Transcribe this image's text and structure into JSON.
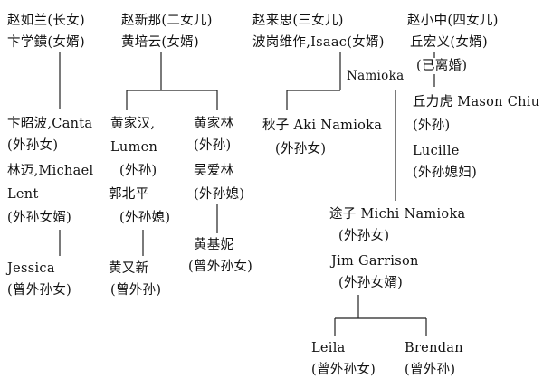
{
  "people": {
    "ruolan": {
      "name": "赵如兰(长女)",
      "spouse": "卞学鐄(女婿)"
    },
    "xinna": {
      "name": "赵新那(二女儿)",
      "spouse": "黄培云(女婿)"
    },
    "laisi": {
      "name": "赵来思(三女儿)",
      "spouse": "波岗维作,Isaac(女婿)",
      "spouse_cont": "Namioka"
    },
    "xiaozhong": {
      "name": "赵小中(四女儿)",
      "spouse": "丘宏义(女婿)",
      "status": "(已离婚)"
    }
  },
  "ruolan_descendants": {
    "granddaughter": "卞昭波,Canta",
    "granddaughter_role": "(外孙女)",
    "grandson_in_law": "林迈,Michael",
    "grandson_in_law_cont": "Lent",
    "grandson_in_law_role": "(外孙女婿)",
    "great_granddaughter": "Jessica",
    "great_granddaughter_role": "(曾外孙女)"
  },
  "xinna_descendants": {
    "grandson_a": "黄家汉,",
    "grandson_a_cont": "Lumen",
    "grandson_a_role": "(外孙)",
    "granddaughter_in_law_a": "郭北平",
    "granddaughter_in_law_a_role": "(外孙媳)",
    "great_grandson": "黄又新",
    "great_grandson_role": "(曾外孙)",
    "grandson_b": "黄家林",
    "grandson_b_role": "(外孙)",
    "granddaughter_in_law_b": "吴爱林",
    "granddaughter_in_law_b_role": "(外孙媳)",
    "great_granddaughter": "黄基妮",
    "great_granddaughter_role": "(曾外孙女)"
  },
  "laisi_descendants": {
    "aki": "秋子 Aki Namioka",
    "aki_role": "(外孙女)",
    "michi": "途子 Michi Namioka",
    "michi_role": "(外孙女)",
    "jim": "Jim Garrison",
    "jim_role": "(外孙女婿)",
    "leila": "Leila",
    "leila_role": "(曾外孙女)",
    "brendan": "Brendan",
    "brendan_role": "(曾外孙)"
  },
  "xiaozhong_descendants": {
    "mason": "丘力虎 Mason Chiu",
    "mason_role": "(外孙)",
    "lucille": "Lucille",
    "lucille_role": "(外孙媳妇)"
  },
  "colors": {
    "text": "#111111",
    "line": "#222222",
    "background": "#ffffff"
  }
}
